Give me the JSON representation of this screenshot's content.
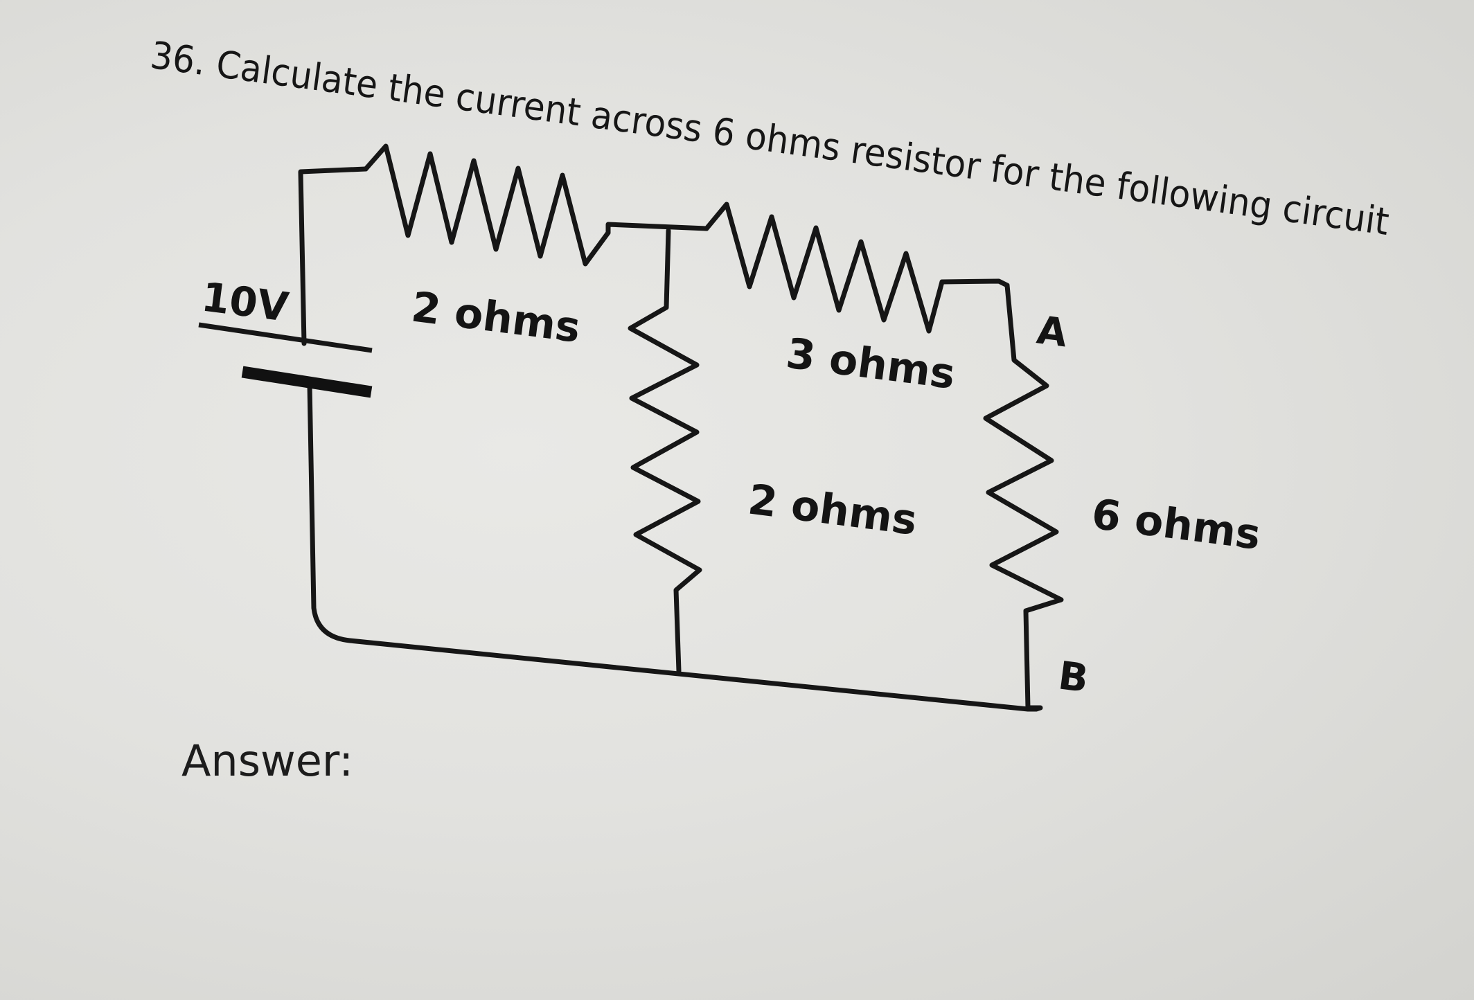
{
  "question": {
    "number": "36.",
    "text": "Calculate the current across 6 ohms resistor for the following circuit"
  },
  "circuit": {
    "source_label": "10V",
    "r1_label": "2 ohms",
    "r2_label": "3 ohms",
    "r3_label": "2 ohms",
    "r4_label": "6 ohms",
    "node_a": "A",
    "node_b": "B"
  },
  "answer": {
    "label": "Answer:"
  }
}
